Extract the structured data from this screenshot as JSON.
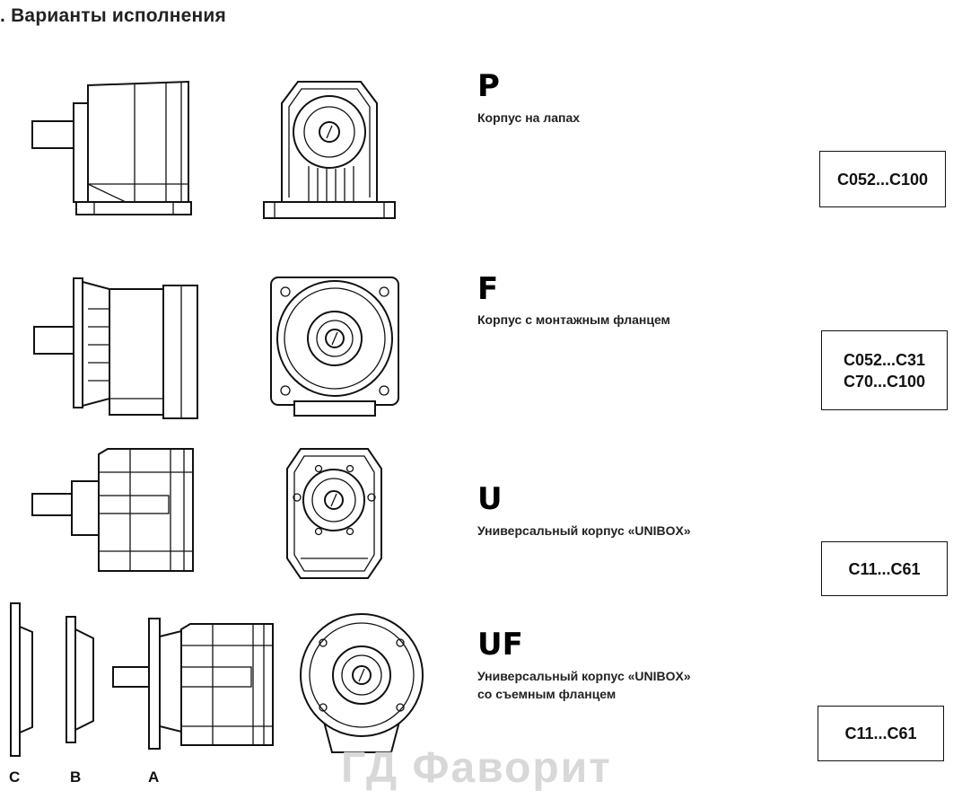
{
  "page": {
    "title": ". Варианты исполнения"
  },
  "variants": [
    {
      "code": "P",
      "description": "Корпус на лапах",
      "range": [
        "C052...C100"
      ]
    },
    {
      "code": "F",
      "description": "Корпус с монтажным фланцем",
      "range": [
        "C052...C31",
        "C70...C100"
      ]
    },
    {
      "code": "U",
      "description": "Универсальный корпус «UNIBOX»",
      "range": [
        "C11...C61"
      ]
    },
    {
      "code": "UF",
      "description": "Универсальный корпус «UNIBOX»",
      "description_line2": "со съемным фланцем",
      "range": [
        "C11...C61"
      ]
    }
  ],
  "flange_labels": [
    "C",
    "B",
    "A"
  ],
  "watermark": "ГД Фаворит"
}
